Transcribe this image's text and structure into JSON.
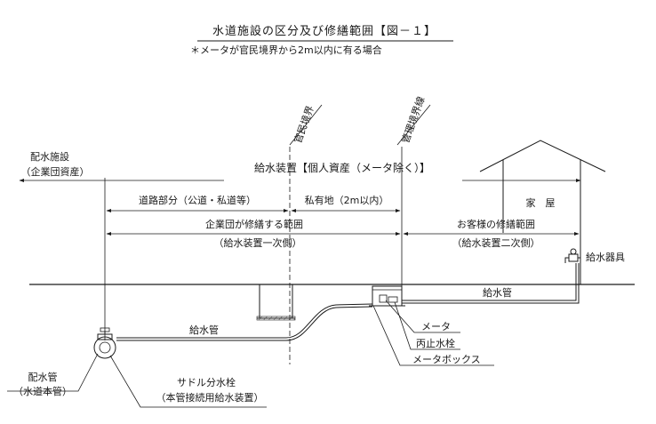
{
  "title": "水道施設の区分及び修繕範囲【図－１】",
  "subtitle": "＊メータが官民境界から2m以内に有る場合",
  "labels": {
    "haisui_shisetsu": "配水施設",
    "kigyoudan_shisan": "（企業団資産）",
    "kanmin_kyoukai": "官民境界",
    "kanri_kyoukai": "管理境界線",
    "kyuusui_souchi": "給水装置【個人資産（メータ除く）】",
    "douro_bubun": "道路部分（公道・私道等）",
    "shiyuuchi": "私有地（2m以内）",
    "kaoku": "家　屋",
    "kigyoudan_shuuzen": "企業団が修繕する範囲",
    "kigyoudan_shuuzen_sub": "（給水装置一次側）",
    "okyakusama_shuuzen": "お客様の修繕範囲",
    "okyakusama_shuuzen_sub": "（給水装置二次側）",
    "kyuusui_kigu": "給水器具",
    "kyuusuikan_right": "給水管",
    "kyuusuikan_left": "給水管",
    "meter": "メータ",
    "heishi_suisen": "丙止水栓",
    "meter_box": "メータボックス",
    "haisuikan": "配水管",
    "suidou_honkan": "（水道本管）",
    "saddle": "サドル分水栓",
    "saddle_sub": "（本管接続用給水装置）"
  }
}
